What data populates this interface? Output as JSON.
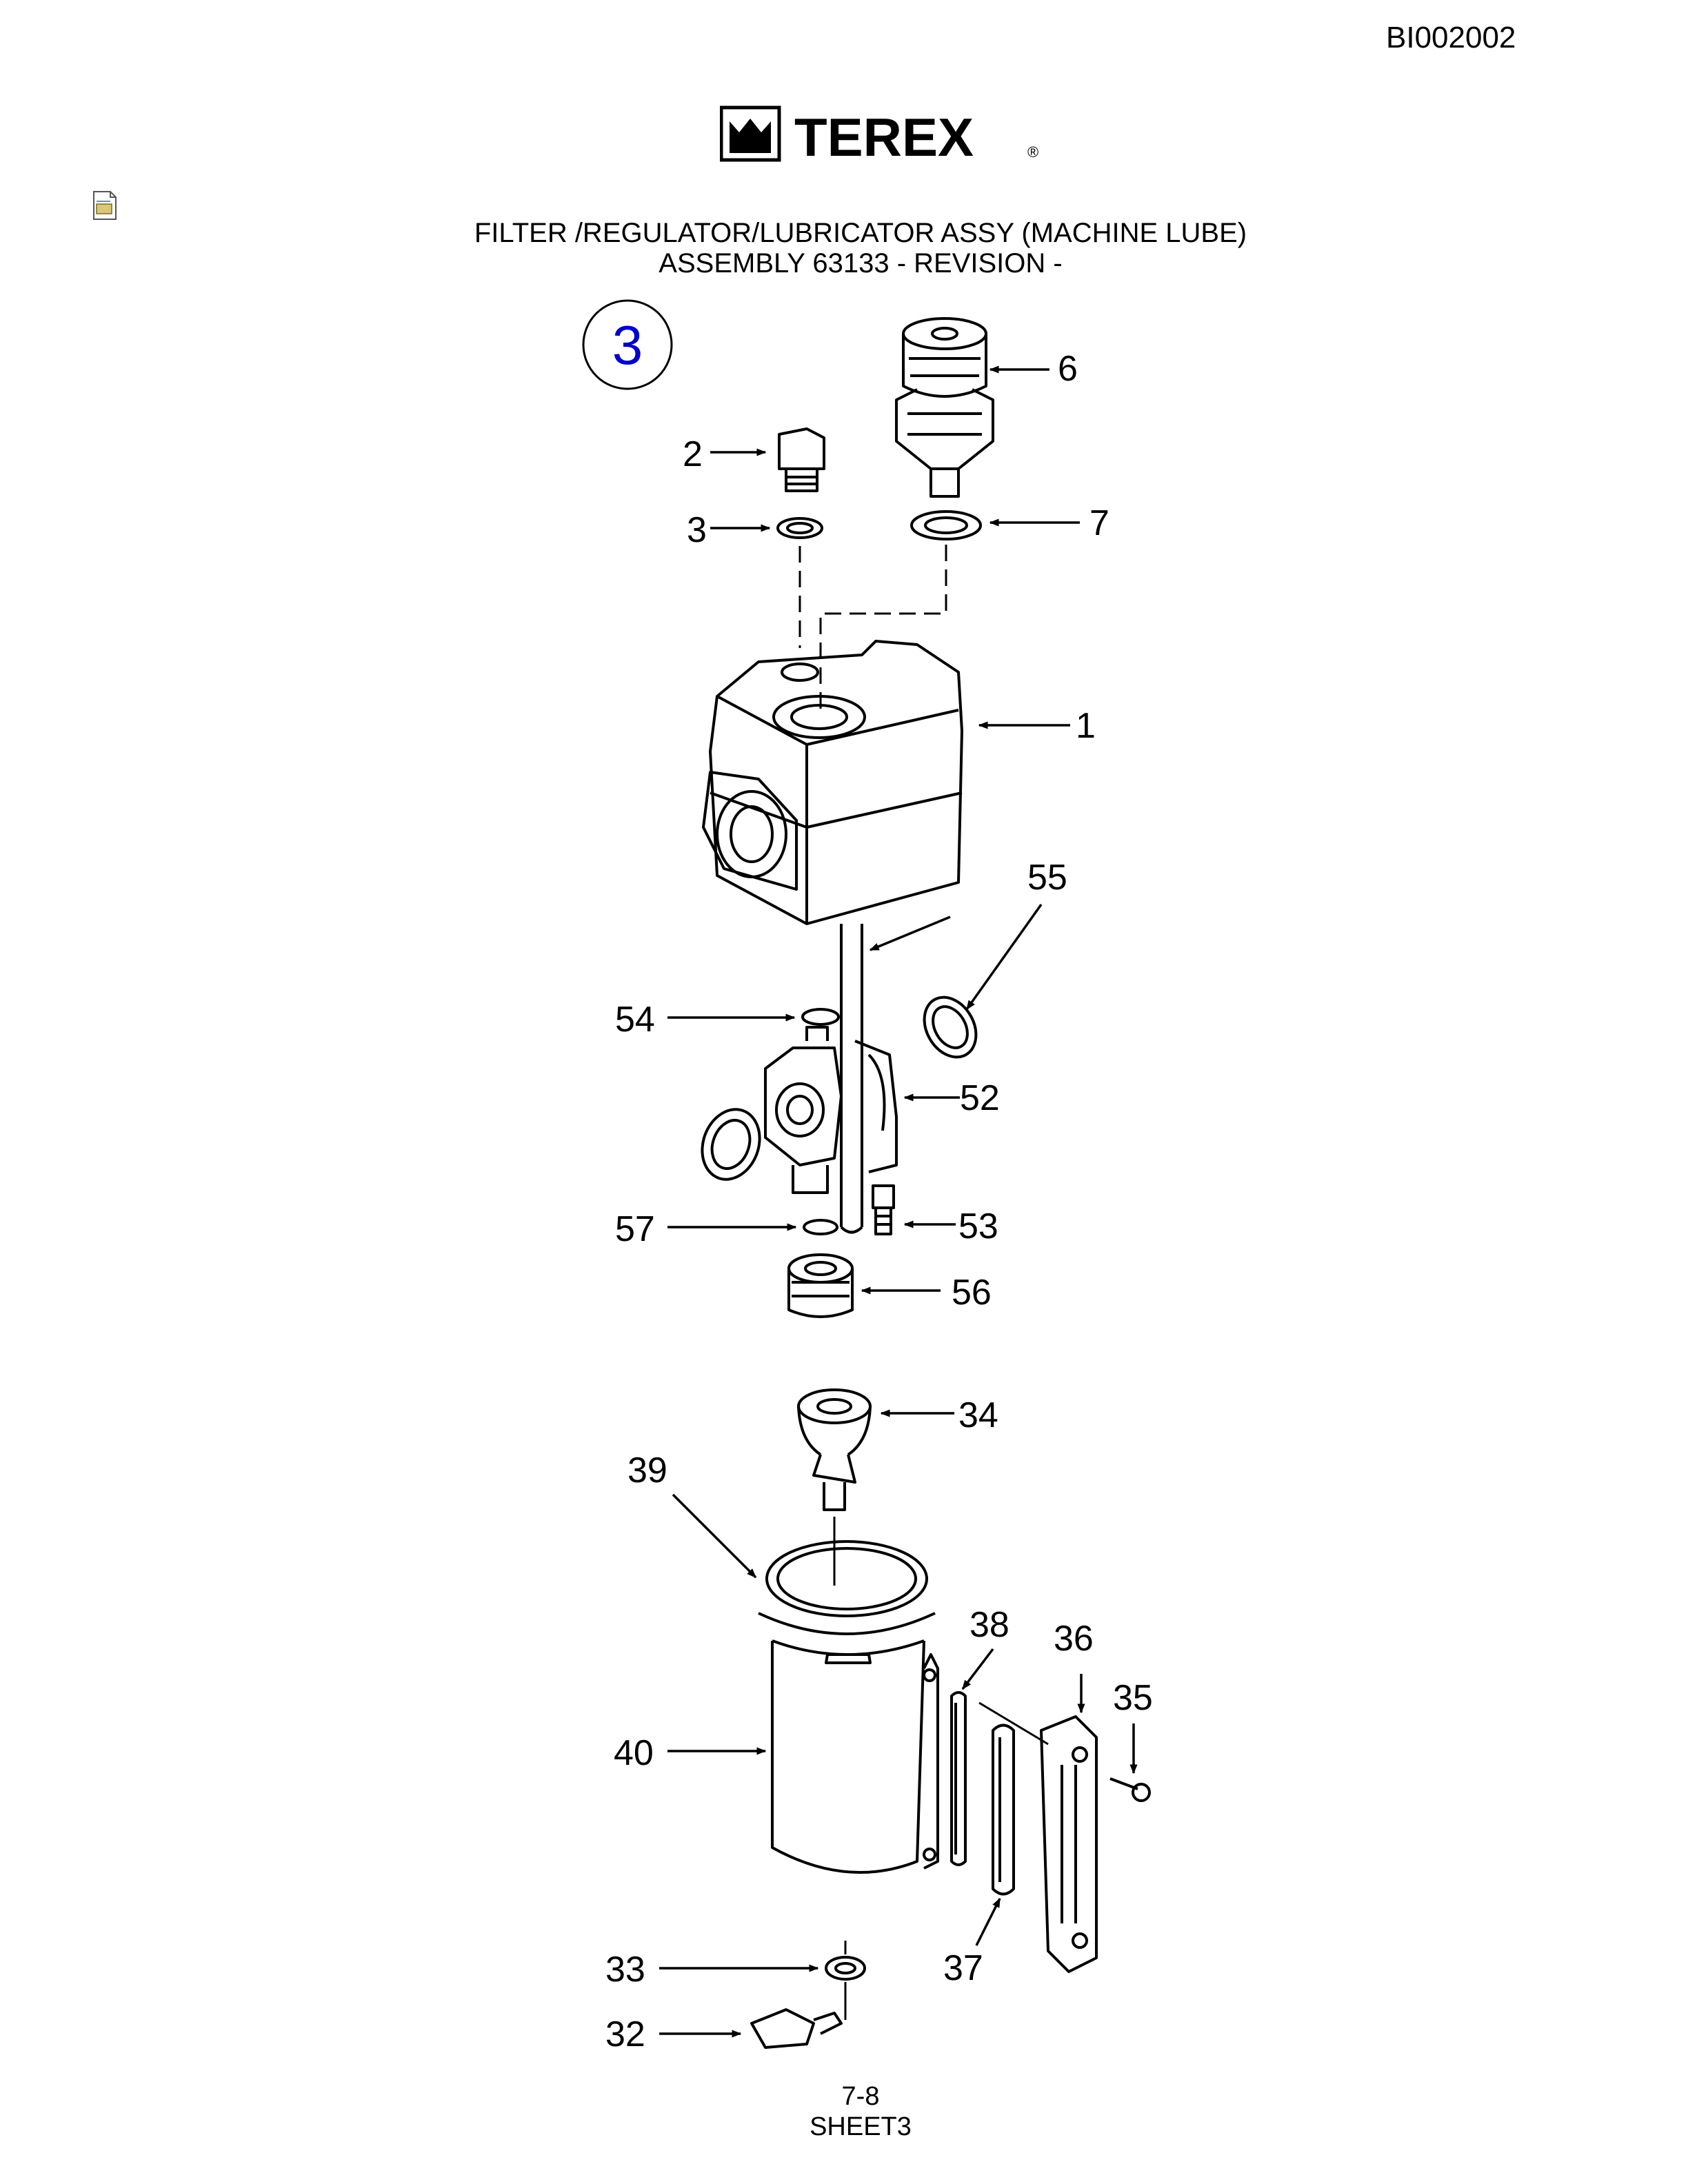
{
  "header": {
    "doc_id": "BI002002",
    "logo_text": "TEREX",
    "registered_mark": "®"
  },
  "title": {
    "line1": "FILTER /REGULATOR/LUBRICATOR ASSY (MACHINE LUBE)",
    "line2": "ASSEMBLY 63133 - REVISION -"
  },
  "sheet_badge": "3",
  "callouts": [
    "1",
    "2",
    "3",
    "6",
    "7",
    "54",
    "55",
    "52",
    "57",
    "53",
    "56",
    "34",
    "39",
    "38",
    "36",
    "35",
    "40",
    "37",
    "33",
    "32"
  ],
  "footer": {
    "page": "7-8",
    "sheet": "SHEET3"
  },
  "colors": {
    "line": "#000000",
    "badge": "#0000cc"
  },
  "icons": [
    "document-icon",
    "terex-crown-logo-icon"
  ]
}
